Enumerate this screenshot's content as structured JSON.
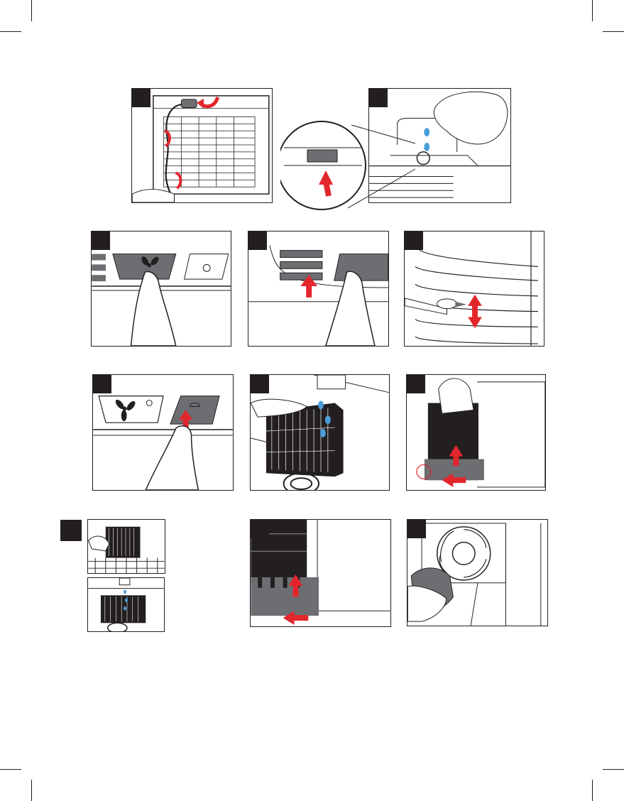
{
  "page": {
    "title": ""
  },
  "colors": {
    "arrow": "#e3262b",
    "water": "#4b9fd8",
    "ink": "#231f20",
    "button": "#6d6e71"
  },
  "steps": [
    {
      "id": "s1",
      "number": "",
      "icon": "power-cord-plug-icon"
    },
    {
      "id": "s2",
      "number": "",
      "icon": "water-pour-icon"
    },
    {
      "id": "s3",
      "number": "",
      "icon": "fan-button-press-icon"
    },
    {
      "id": "s4",
      "number": "",
      "icon": "speed-indicator-icon"
    },
    {
      "id": "s5",
      "number": "",
      "icon": "louver-adjust-icon"
    },
    {
      "id": "s6",
      "number": "",
      "icon": "light-button-press-icon"
    },
    {
      "id": "s7",
      "number": "",
      "icon": "filter-rinse-icon"
    },
    {
      "id": "s8",
      "number": "",
      "icon": "filter-remove-icon"
    },
    {
      "id": "s9",
      "number": "",
      "icon": "filter-wash-icon"
    },
    {
      "id": "s10",
      "number": "",
      "icon": "filter-insert-icon"
    },
    {
      "id": "s11",
      "number": "",
      "icon": "fan-wipe-icon"
    }
  ]
}
